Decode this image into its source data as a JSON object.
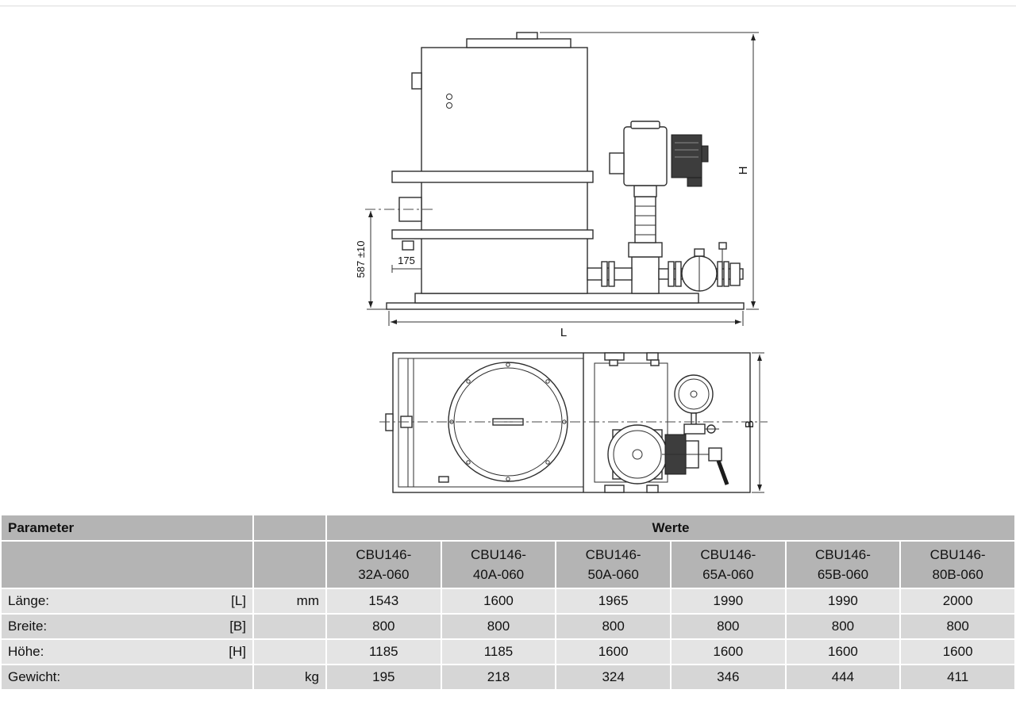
{
  "drawing": {
    "dim_h": "H",
    "dim_l": "L",
    "dim_b": "B",
    "dim_587": "587 ±10",
    "dim_175": "175"
  },
  "table": {
    "parameter_header": "Parameter",
    "werte_header": "Werte",
    "columns": [
      {
        "line1": "CBU146-",
        "line2": "32A-060"
      },
      {
        "line1": "CBU146-",
        "line2": "40A-060"
      },
      {
        "line1": "CBU146-",
        "line2": "50A-060"
      },
      {
        "line1": "CBU146-",
        "line2": "65A-060"
      },
      {
        "line1": "CBU146-",
        "line2": "65B-060"
      },
      {
        "line1": "CBU146-",
        "line2": "80B-060"
      }
    ],
    "rows": [
      {
        "label": "Länge:",
        "symbol": "[L]",
        "unit": "mm",
        "values": [
          "1543",
          "1600",
          "1965",
          "1990",
          "1990",
          "2000"
        ]
      },
      {
        "label": "Breite:",
        "symbol": "[B]",
        "unit": "",
        "values": [
          "800",
          "800",
          "800",
          "800",
          "800",
          "800"
        ]
      },
      {
        "label": "Höhe:",
        "symbol": "[H]",
        "unit": "",
        "values": [
          "1185",
          "1185",
          "1600",
          "1600",
          "1600",
          "1600"
        ]
      },
      {
        "label": "Gewicht:",
        "symbol": "",
        "unit": "kg",
        "values": [
          "195",
          "218",
          "324",
          "346",
          "444",
          "411"
        ]
      }
    ]
  }
}
